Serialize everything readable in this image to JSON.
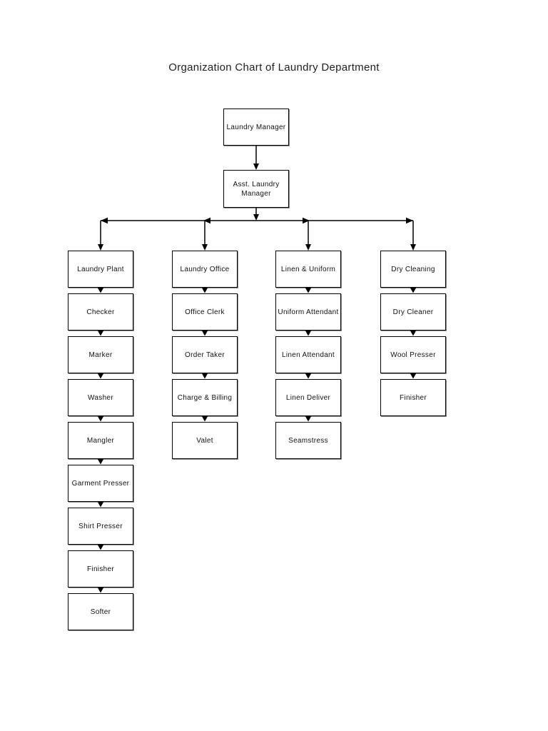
{
  "title": "Organization Chart of Laundry Department",
  "org": {
    "manager": "Laundry Manager",
    "assistant_manager": "Asst. Laundry Manager",
    "departments": [
      {
        "name": "Laundry Plant",
        "staff": [
          "Checker",
          "Marker",
          "Washer",
          "Mangler",
          "Garment Presser",
          "Shirt Presser",
          "Finisher",
          "Softer"
        ]
      },
      {
        "name": "Laundry Office",
        "staff": [
          "Office Clerk",
          "Order Taker",
          "Charge & Billing",
          "Valet"
        ]
      },
      {
        "name": "Linen & Uniform",
        "staff": [
          "Uniform Attendant",
          "Linen Attendant",
          "Linen Deliver",
          "Seamstress"
        ]
      },
      {
        "name": "Dry Cleaning",
        "staff": [
          "Dry Cleaner",
          "Wool Presser",
          "Finisher"
        ]
      }
    ]
  },
  "colors": {
    "page_background": "#ffffff",
    "box_fill": "#ffffff",
    "box_border": "#000000",
    "box_shadow": "#737373",
    "line": "#000000",
    "text": "#111111"
  }
}
